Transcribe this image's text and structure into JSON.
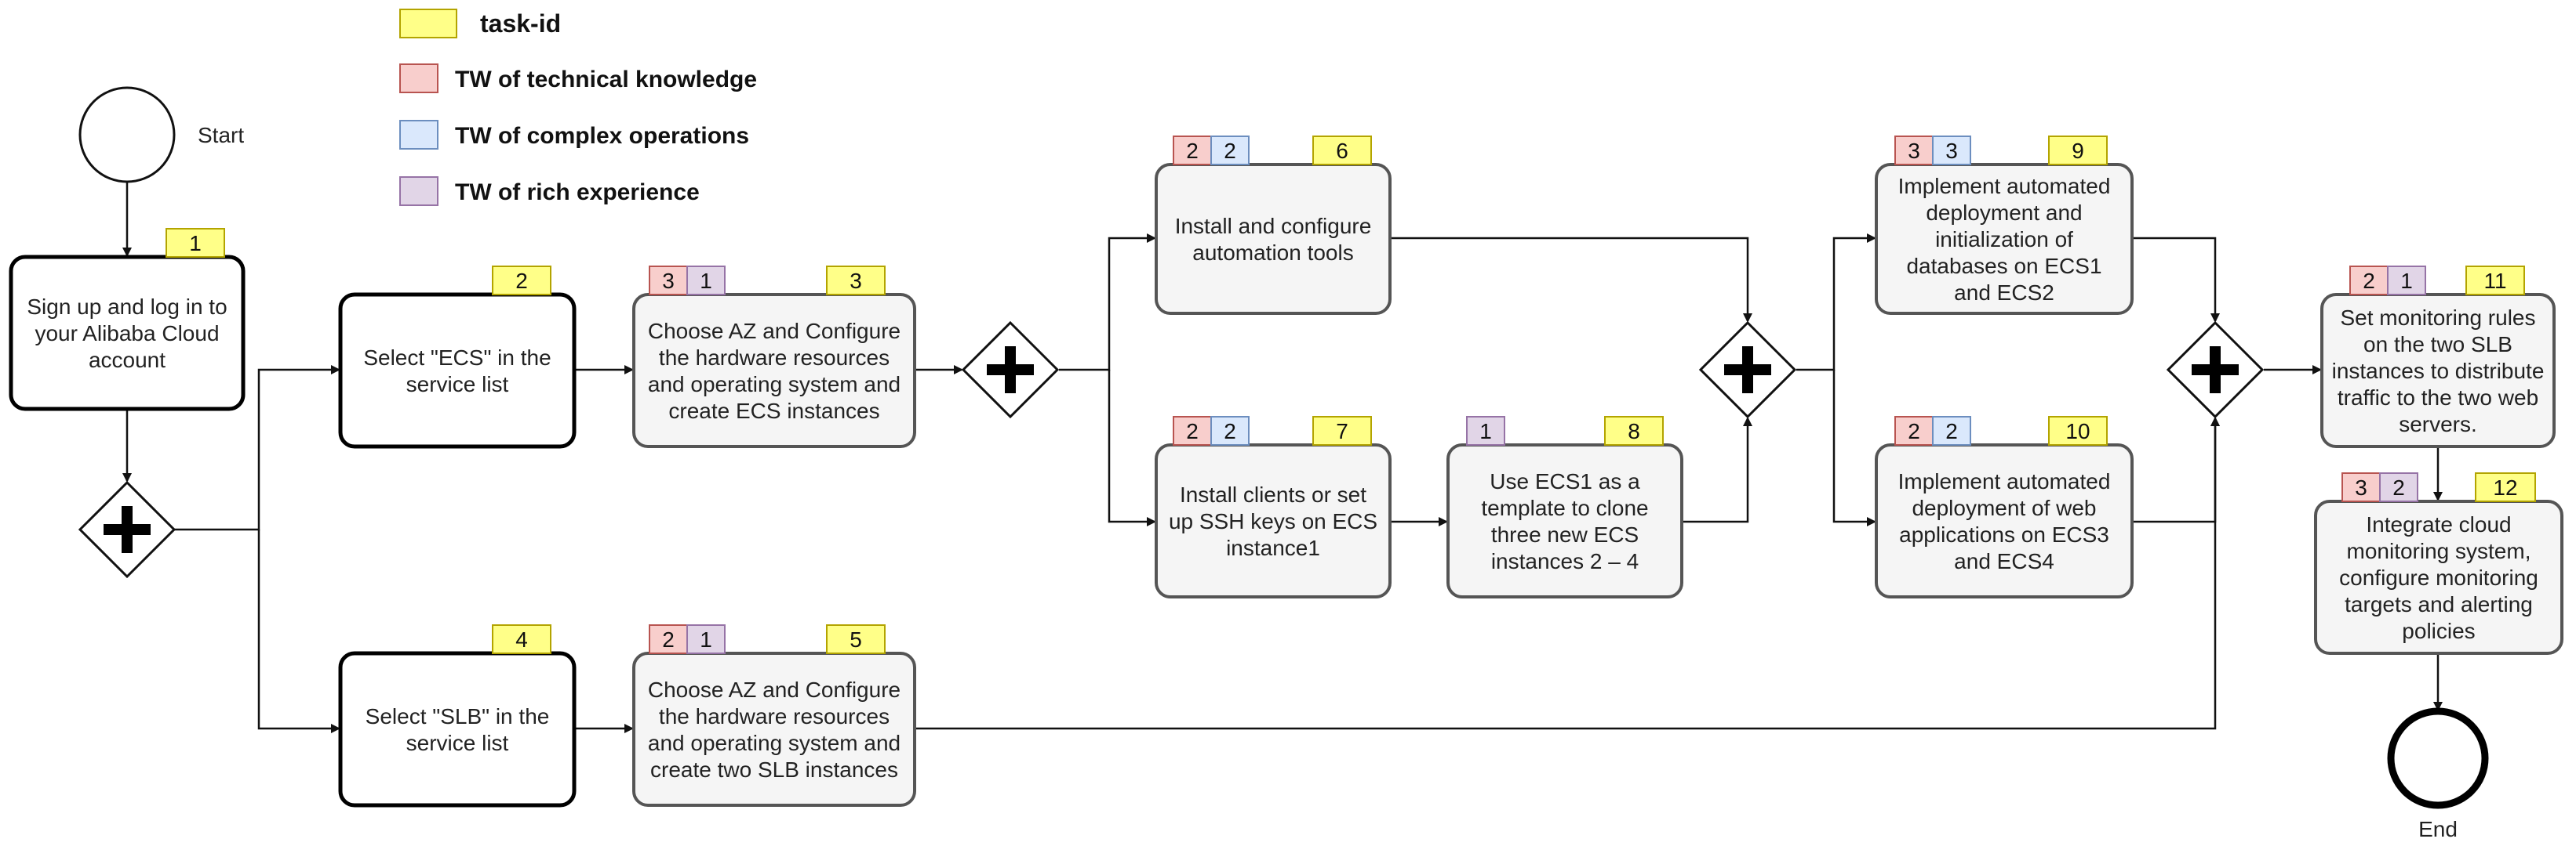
{
  "colors": {
    "task_id": "#ffff88",
    "technical": "#f8cecc",
    "technical_border": "#b85450",
    "complex": "#dae8fc",
    "complex_border": "#6c8ebf",
    "experience": "#e1d5e7",
    "experience_border": "#9673a6",
    "task_fill": "#f5f5f5",
    "stroke": "#111111"
  },
  "legend": [
    {
      "label": "task-id",
      "kind": "task_id"
    },
    {
      "label": "TW of technical knowledge",
      "kind": "technical"
    },
    {
      "label": "TW of complex operations",
      "kind": "complex"
    },
    {
      "label": "TW of rich experience",
      "kind": "experience"
    }
  ],
  "events": {
    "start_label": "Start",
    "end_label": "End"
  },
  "tasks": [
    {
      "id": "1",
      "lines": [
        "Sign up and log in to",
        "your Alibaba Cloud",
        "account"
      ],
      "tw": []
    },
    {
      "id": "2",
      "lines": [
        "Select \"ECS\" in the",
        "service list"
      ],
      "tw": []
    },
    {
      "id": "3",
      "lines": [
        "Choose AZ and Configure",
        "the hardware resources",
        "and operating system and",
        "create ECS instances"
      ],
      "tw": [
        {
          "kind": "technical",
          "value": "3"
        },
        {
          "kind": "experience",
          "value": "1"
        }
      ]
    },
    {
      "id": "4",
      "lines": [
        "Select \"SLB\" in the",
        "service list"
      ],
      "tw": []
    },
    {
      "id": "5",
      "lines": [
        "Choose AZ and Configure",
        "the hardware resources",
        "and operating system and",
        "create two SLB instances"
      ],
      "tw": [
        {
          "kind": "technical",
          "value": "2"
        },
        {
          "kind": "experience",
          "value": "1"
        }
      ]
    },
    {
      "id": "6",
      "lines": [
        "Install and configure",
        "automation tools"
      ],
      "tw": [
        {
          "kind": "technical",
          "value": "2"
        },
        {
          "kind": "complex",
          "value": "2"
        }
      ]
    },
    {
      "id": "7",
      "lines": [
        "Install clients or set",
        "up SSH keys on ECS",
        "instance1"
      ],
      "tw": [
        {
          "kind": "technical",
          "value": "2"
        },
        {
          "kind": "complex",
          "value": "2"
        }
      ]
    },
    {
      "id": "8",
      "lines": [
        "Use ECS1 as a",
        "template to clone",
        "three new ECS",
        "instances 2 – 4"
      ],
      "tw": [
        {
          "kind": "experience",
          "value": "1"
        }
      ]
    },
    {
      "id": "9",
      "lines": [
        "Implement automated",
        "deployment and",
        "initialization of",
        "databases on ECS1",
        "and ECS2"
      ],
      "tw": [
        {
          "kind": "technical",
          "value": "3"
        },
        {
          "kind": "complex",
          "value": "3"
        }
      ]
    },
    {
      "id": "10",
      "lines": [
        "Implement automated",
        "deployment of web",
        "applications on ECS3",
        "and ECS4"
      ],
      "tw": [
        {
          "kind": "technical",
          "value": "2"
        },
        {
          "kind": "complex",
          "value": "2"
        }
      ]
    },
    {
      "id": "11",
      "lines": [
        "Set monitoring rules",
        "on the two SLB",
        "instances to distribute",
        "traffic to the two web",
        "servers."
      ],
      "tw": [
        {
          "kind": "technical",
          "value": "2"
        },
        {
          "kind": "experience",
          "value": "1"
        }
      ]
    },
    {
      "id": "12",
      "lines": [
        "Integrate cloud",
        "monitoring system,",
        "configure monitoring",
        "targets and alerting",
        "policies"
      ],
      "tw": [
        {
          "kind": "technical",
          "value": "3"
        },
        {
          "kind": "experience",
          "value": "2"
        }
      ]
    }
  ]
}
